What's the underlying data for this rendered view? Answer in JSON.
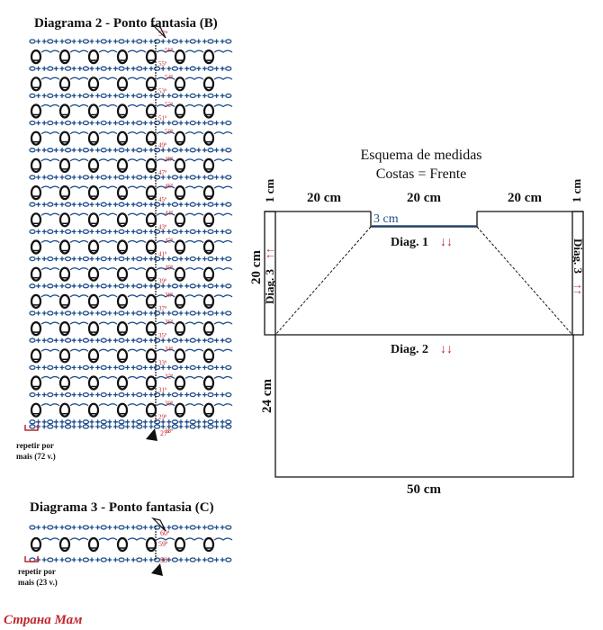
{
  "diagram2": {
    "title": "Diagrama 2 - Ponto fantasia (B)",
    "repeat_label_1": "repetir por",
    "repeat_label_2": "mais (72 v.)",
    "row_numbers": [
      "56ª",
      "55ª",
      "54ª",
      "53ª",
      "52ª",
      "51ª",
      "50ª",
      "49ª",
      "48ª",
      "47ª",
      "46ª",
      "45ª",
      "44ª",
      "43ª",
      "42ª",
      "41ª",
      "40ª",
      "39ª",
      "38ª",
      "37ª",
      "36ª",
      "35ª",
      "34ª",
      "33ª",
      "32ª",
      "31ª",
      "30ª",
      "29ª",
      "28ª"
    ],
    "start_row": "27ª",
    "top_mark": "57ª"
  },
  "diagram3": {
    "title": "Diagrama 3 - Ponto fantasia (C)",
    "repeat_label_1": "repetir por",
    "repeat_label_2": "mais (23 v.)",
    "row_numbers": [
      "60ª",
      "59ª",
      "58ª"
    ]
  },
  "schema": {
    "title_1": "Esquema de medidas",
    "title_2": "Costas = Frente",
    "top_left_width": "20 cm",
    "top_mid_width": "20 cm",
    "top_right_width": "20 cm",
    "edge_left": "1 cm",
    "edge_right": "1 cm",
    "neck_depth": "3 cm",
    "upper_height": "20 cm",
    "lower_height": "24 cm",
    "bottom_width": "50 cm",
    "diag1": "Diag. 1",
    "diag2": "Diag. 2",
    "diag3_left": "Diag. 3",
    "diag3_right": "Diag. 3",
    "down_arrows": "↓↓",
    "up_arrows": "↑↑"
  },
  "watermark": "Страна Мам",
  "colors": {
    "blue": "#1f4e8c",
    "red": "#c0272d"
  }
}
